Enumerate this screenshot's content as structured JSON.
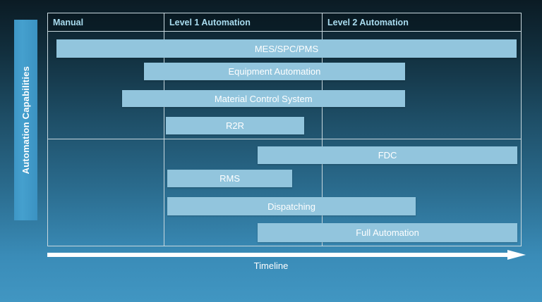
{
  "axis": {
    "vertical_label": "Automation Capabilities",
    "timeline_label": "Timeline",
    "arrow_icon": "right-arrow-icon"
  },
  "colors": {
    "bar": "#92c5dd",
    "band": "#3e97c6",
    "grid": "#c8d8de",
    "header_text": "#a9dcef",
    "bar_text": "#ffffff"
  },
  "table": {
    "columns": [
      {
        "label": "Manual"
      },
      {
        "label": "Level 1 Automation"
      },
      {
        "label": "Level 2 Automation"
      }
    ]
  },
  "chart_data": {
    "type": "bar",
    "title": "",
    "xlabel": "Timeline",
    "ylabel": "Automation Capabilities",
    "orientation": "horizontal",
    "categories": [
      "Manual",
      "Level 1 Automation",
      "Level 2 Automation"
    ],
    "axis_ranges": {
      "x_stage_boundaries": [
        0.0,
        0.244,
        0.577,
        1.0
      ]
    },
    "sections": [
      {
        "name": "upper-group",
        "bars": [
          {
            "label": "MES/SPC/PMS",
            "start": 0.018,
            "end": 0.991
          },
          {
            "label": "Equipment Automation",
            "start": 0.203,
            "end": 0.755
          },
          {
            "label": "Material Control System",
            "start": 0.156,
            "end": 0.755
          },
          {
            "label": "R2R",
            "start": 0.249,
            "end": 0.542
          }
        ]
      },
      {
        "name": "lower-group",
        "bars": [
          {
            "label": "FDC",
            "start": 0.443,
            "end": 0.993
          },
          {
            "label": "RMS",
            "start": 0.252,
            "end": 0.517
          },
          {
            "label": "Dispatching",
            "start": 0.252,
            "end": 0.778
          },
          {
            "label": "Full Automation",
            "start": 0.443,
            "end": 0.993
          }
        ]
      }
    ],
    "legend": [],
    "grid": true
  }
}
